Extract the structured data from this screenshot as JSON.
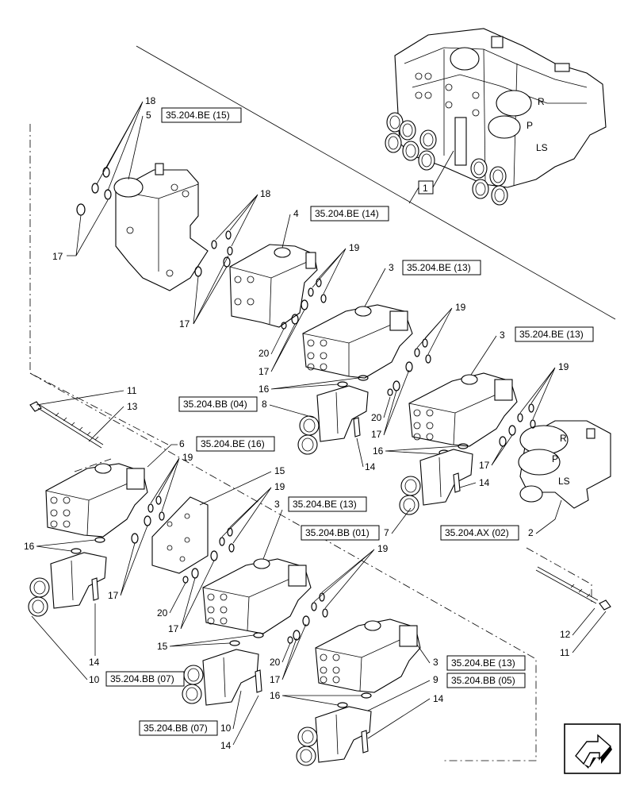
{
  "callouts": {
    "n1": "1",
    "n2": "2",
    "n3a": "3",
    "n3b": "3",
    "n3c": "3",
    "n3d": "3",
    "n4": "4",
    "n5": "5",
    "n6": "6",
    "n7": "7",
    "n8": "8",
    "n9": "9",
    "n10a": "10",
    "n10b": "10",
    "n11a": "11",
    "n11b": "11",
    "n12": "12",
    "n13": "13",
    "n14a": "14",
    "n14b": "14",
    "n14c": "14",
    "n14d": "14",
    "n14e": "14",
    "n15a": "15",
    "n15b": "15",
    "n16a": "16",
    "n16b": "16",
    "n16c": "16",
    "n16d": "16",
    "n17a": "17",
    "n17b": "17",
    "n17c": "17",
    "n17d": "17",
    "n17e": "17",
    "n17f": "17",
    "n17g": "17",
    "n17h": "17",
    "n18a": "18",
    "n18b": "18",
    "n19a": "19",
    "n19b": "19",
    "n19c": "19",
    "n19d": "19",
    "n19e": "19",
    "n19f": "19",
    "n20a": "20",
    "n20b": "20",
    "n20c": "20",
    "n20d": "20"
  },
  "references": {
    "be15": "35.204.BE (15)",
    "be14": "35.204.BE (14)",
    "be13a": "35.204.BE (13)",
    "be13b": "35.204.BE (13)",
    "be13c": "35.204.BE (13)",
    "be13d": "35.204.BE (13)",
    "be16": "35.204.BE (16)",
    "bb04": "35.204.BB (04)",
    "bb01": "35.204.BB (01)",
    "bb07a": "35.204.BB (07)",
    "bb07b": "35.204.BB (07)",
    "bb05": "35.204.BB (05)",
    "ax02": "35.204.AX (02)"
  },
  "assembly_text": {
    "port_r": "R",
    "port_p": "P",
    "port_ls": "LS"
  },
  "nav": {
    "icon": "arrow-next-page-icon"
  }
}
